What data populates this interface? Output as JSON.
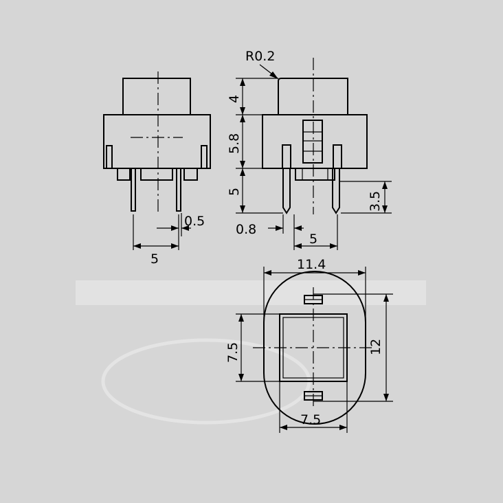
{
  "drawing": {
    "radius_label": "R0.2",
    "dims": {
      "front_pin_width": "0.5",
      "front_pin_pitch": "5",
      "cap_height": "4",
      "body_height": "5.8",
      "pin_length": "5",
      "pin_width": "0.8",
      "side_pin_pitch": "5",
      "short_pin_length": "3.5",
      "body_width": "11.4",
      "cap_side": "7.5",
      "body_diameter": "12",
      "cap_bottom_width": "7.5"
    }
  }
}
